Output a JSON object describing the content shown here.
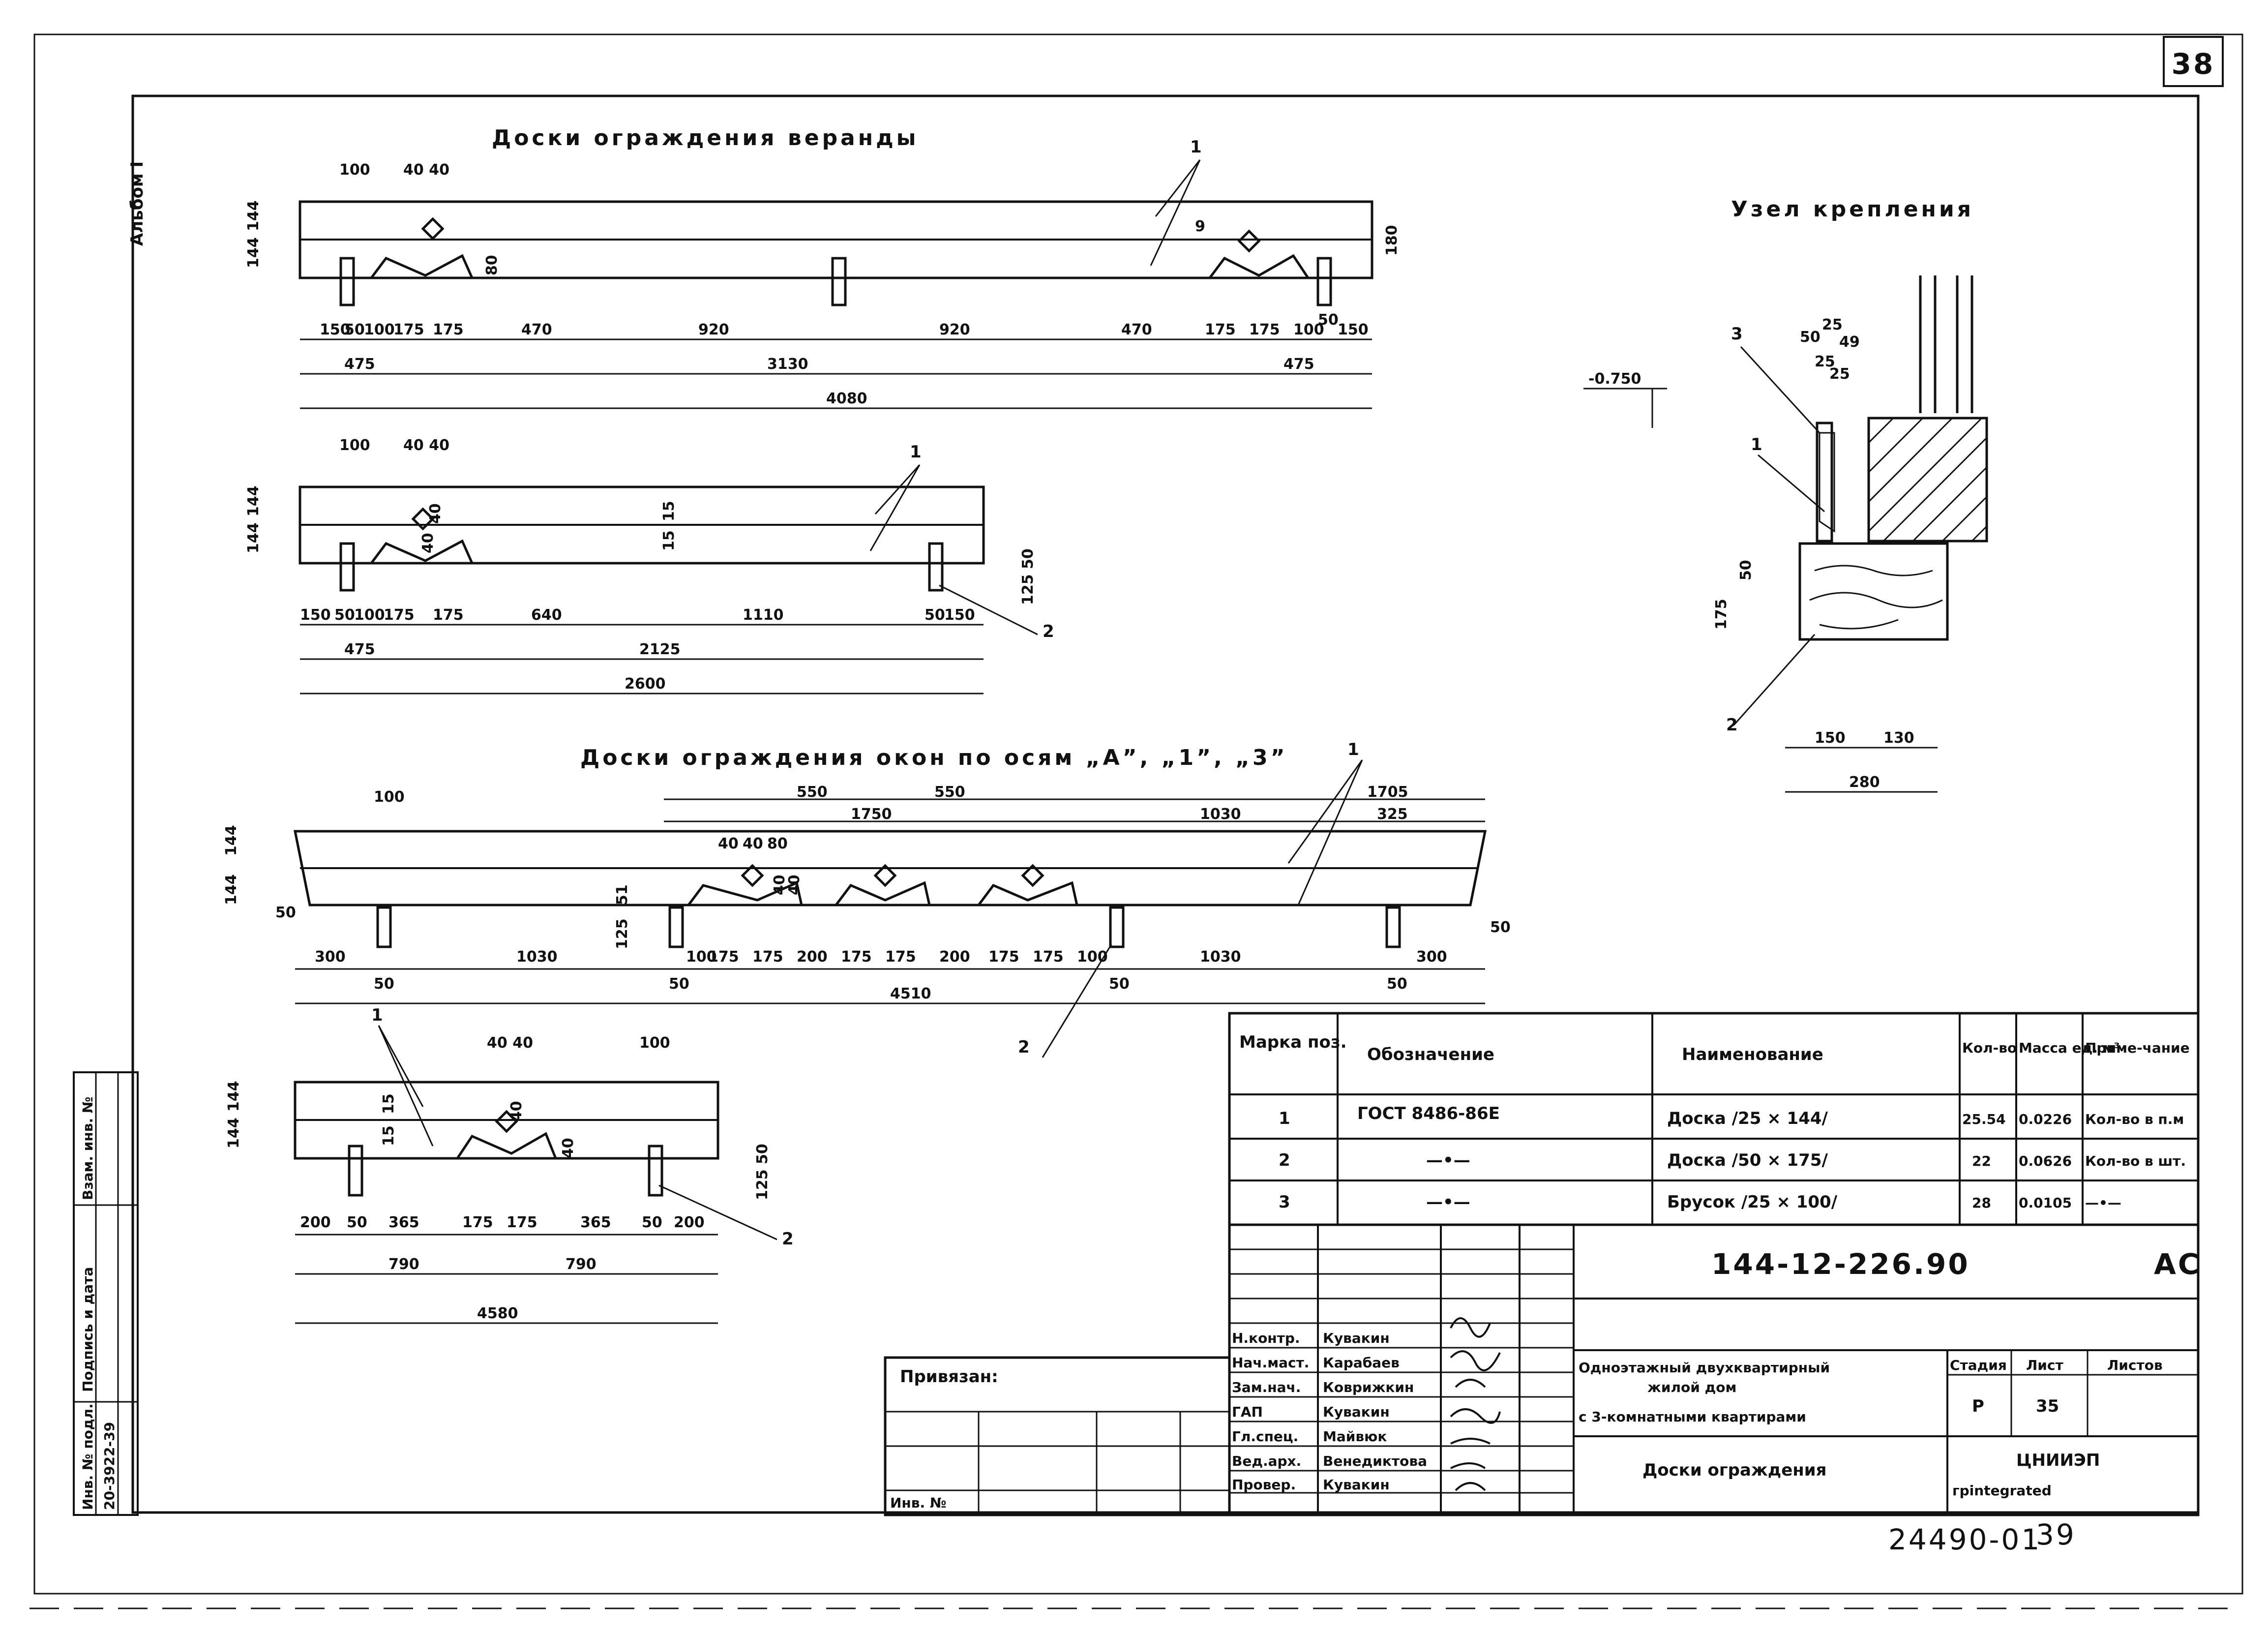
{
  "sheet": {
    "number": "38",
    "album": "Альбом I",
    "footer_code": "24490-01",
    "footer_page": "39"
  },
  "titles": {
    "veranda": "Доски ограждения веранды",
    "windows": "Доски ограждения окон по осям „А”, „1”, „3”",
    "node": "Узел крепления"
  },
  "dims": {
    "d1": {
      "left": [
        "100",
        "40 40"
      ],
      "height": [
        "144",
        "144"
      ],
      "right_height": "180",
      "bottom": [
        "150",
        "50",
        "100",
        "175",
        "175",
        "470",
        "920",
        "920",
        "470",
        "175",
        "175",
        "100",
        "150"
      ],
      "mid": [
        "475",
        "3130",
        "475"
      ],
      "total": "4080",
      "labels": [
        "80",
        "9",
        "50"
      ]
    },
    "d2": {
      "left": [
        "100",
        "40 40"
      ],
      "height": [
        "144",
        "144"
      ],
      "bottom": [
        "150",
        "50",
        "100",
        "175",
        "175",
        "640",
        "1110",
        "50",
        "150"
      ],
      "mid": [
        "475",
        "2125"
      ],
      "total": "2600",
      "labels": [
        "40",
        "15",
        "15",
        "40",
        "125 50"
      ]
    },
    "d3": {
      "top": [
        "100",
        "550",
        "550",
        "1705",
        "1750",
        "1030",
        "325"
      ],
      "height": [
        "144",
        "144"
      ],
      "bottom": [
        "300",
        "1030",
        "100",
        "175",
        "175",
        "200",
        "175",
        "175",
        "200",
        "175",
        "175",
        "100",
        "1030",
        "300"
      ],
      "under": [
        "50",
        "50",
        "50",
        "50"
      ],
      "total": "4510",
      "labels": [
        "50",
        "50",
        "125",
        "51",
        "40",
        "40",
        "80",
        "40",
        "40"
      ]
    },
    "d4": {
      "top": [
        "40 40",
        "100"
      ],
      "height": [
        "144",
        "144"
      ],
      "bottom": [
        "200",
        "50",
        "365",
        "175",
        "175",
        "365",
        "50",
        "200"
      ],
      "mid": [
        "790",
        "790"
      ],
      "total": "4580",
      "labels": [
        "15",
        "15",
        "40",
        "40",
        "125 50"
      ]
    },
    "node": {
      "top": [
        "25",
        "50",
        "49",
        "25",
        "25"
      ],
      "level": "-0.750",
      "side": [
        "50",
        "175"
      ],
      "bottom": [
        "150",
        "130"
      ],
      "total": "280"
    }
  },
  "callouts": {
    "one": "1",
    "two": "2",
    "three": "3"
  },
  "spec": {
    "headers": [
      "Марка поз.",
      "Обозначение",
      "Наименование",
      "Кол-во",
      "Масса ед. м³",
      "Приме-чание"
    ],
    "rows": [
      {
        "mark": "1",
        "designation": "ГОСТ 8486-86Е",
        "name": "Доска /25 × 144/",
        "qty": "25.54",
        "mass": "0.0226",
        "note": "Кол-во в п.м"
      },
      {
        "mark": "2",
        "designation": "—•—",
        "name": "Доска /50 × 175/",
        "qty": "22",
        "mass": "0.0626",
        "note": "Кол-во в шт."
      },
      {
        "mark": "3",
        "designation": "—•—",
        "name": "Брусок /25 × 100/",
        "qty": "28",
        "mass": "0.0105",
        "note": "—•—"
      }
    ]
  },
  "stamp": {
    "code": "144-12-226.90",
    "format": "АС",
    "project": [
      "Одноэтажный двухквартирный",
      "жилой дом",
      "с 3-комнатными квартирами"
    ],
    "sheet_name": "Доски ограждения",
    "org": [
      "ЦНИИЭП",
      "грintegrated"
    ],
    "stage_label": "Стадия",
    "sheet_label": "Лист",
    "sheets_label": "Листов",
    "stage": "Р",
    "sheet_no": "35",
    "people": [
      {
        "role": "Н.контр.",
        "name": "Кувакин"
      },
      {
        "role": "Нач.маст.",
        "name": "Карабаев"
      },
      {
        "role": "Зам.нач.",
        "name": "Коврижкин"
      },
      {
        "role": "ГАП",
        "name": "Кувакин"
      },
      {
        "role": "Гл.спец.",
        "name": "Майвюк"
      },
      {
        "role": "Вед.арх.",
        "name": "Венедиктова"
      },
      {
        "role": "Провер.",
        "name": "Кувакин"
      }
    ],
    "attached": "Привязан:",
    "inv": "Инв. №"
  },
  "left_strip": {
    "inv_orig": "Инв. № подл.",
    "sign_date": "Подпись и дата",
    "inv_swap": "Взам. инв. №",
    "inv_value": "20-3922-39"
  }
}
